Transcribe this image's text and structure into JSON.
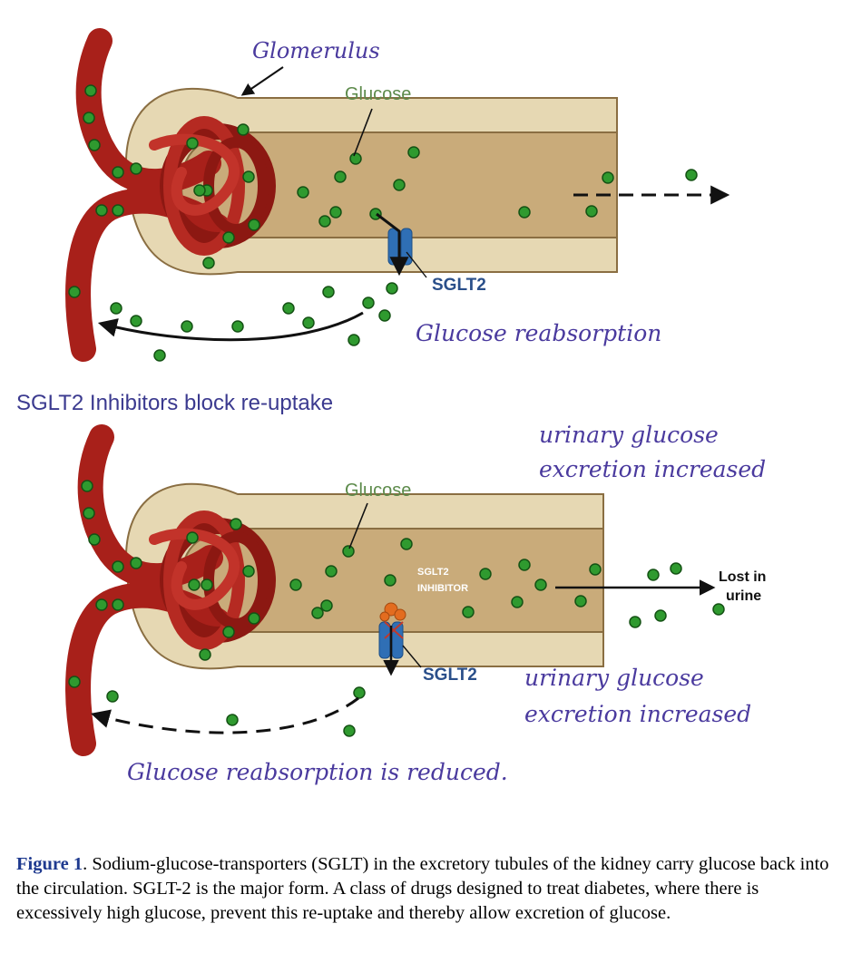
{
  "colors": {
    "vessel": "#a8201a",
    "vessel_dark": "#6d0f0c",
    "tubule_fill": "#c9ab7a",
    "tubule_wall": "#e6d8b3",
    "glucose": "#2f9a2f",
    "transporter": "#2f6fb5",
    "inhibitor": "#e36c1f",
    "handwriting": "#4a3a9e",
    "figure_label": "#1f3a8f"
  },
  "top_panel": {
    "glomerulus_label": "Glomerulus",
    "glucose_label": "Glucose",
    "sglt2_label": "SGLT2",
    "reabsorption_label": "Glucose reabsorption"
  },
  "middle_heading": "SGLT2 Inhibitors block re-uptake",
  "bottom_panel": {
    "urinary_label_1_line1": "urinary glucose",
    "urinary_label_1_line2": "excretion increased",
    "glucose_label": "Glucose",
    "inhibitor_label_line1": "SGLT2",
    "inhibitor_label_line2": "INHIBITOR",
    "lost_line1": "Lost in",
    "lost_line2": "urine",
    "sglt2_label": "SGLT2",
    "urinary_label_2_line1": "urinary glucose",
    "urinary_label_2_line2": "excretion increased",
    "reduced_label": "Glucose reabsorption is reduced."
  },
  "caption": {
    "lead": "Figure 1",
    "body": ". Sodium-glucose-transporters (SGLT) in the excretory tubules of the kidney carry glucose back into the circulation. SGLT-2 is the major form. A class of drugs designed to treat diabetes, where there is excessively high glucose, prevent this re-uptake and thereby allow excretion of glucose."
  }
}
